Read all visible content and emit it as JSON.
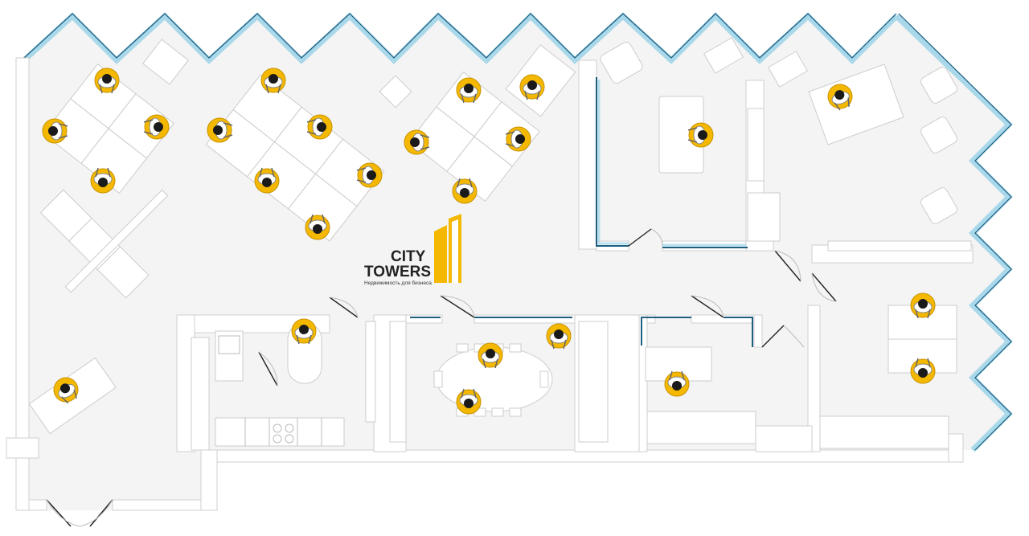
{
  "logo": {
    "line1": "CITY",
    "line2": "TOWERS",
    "tagline": "Недвижимость для бизнеса"
  },
  "colors": {
    "wall": "#ffffff",
    "wall_stroke": "#cfcfcf",
    "floor": "#f4f4f4",
    "desk": "#ffffff",
    "desk_stroke": "#cccccc",
    "chair": "#f5b800",
    "chair_stroke": "#c79300",
    "person": "#1a1a1a",
    "glass": "#a8d8ea",
    "glass_stroke": "#1e5f80",
    "logo_accent": "#f5b800"
  },
  "icons": {
    "person": "person-top-view-icon",
    "chair": "office-chair-icon",
    "door": "door-swing-icon",
    "logo": "city-towers-logo-icon"
  }
}
